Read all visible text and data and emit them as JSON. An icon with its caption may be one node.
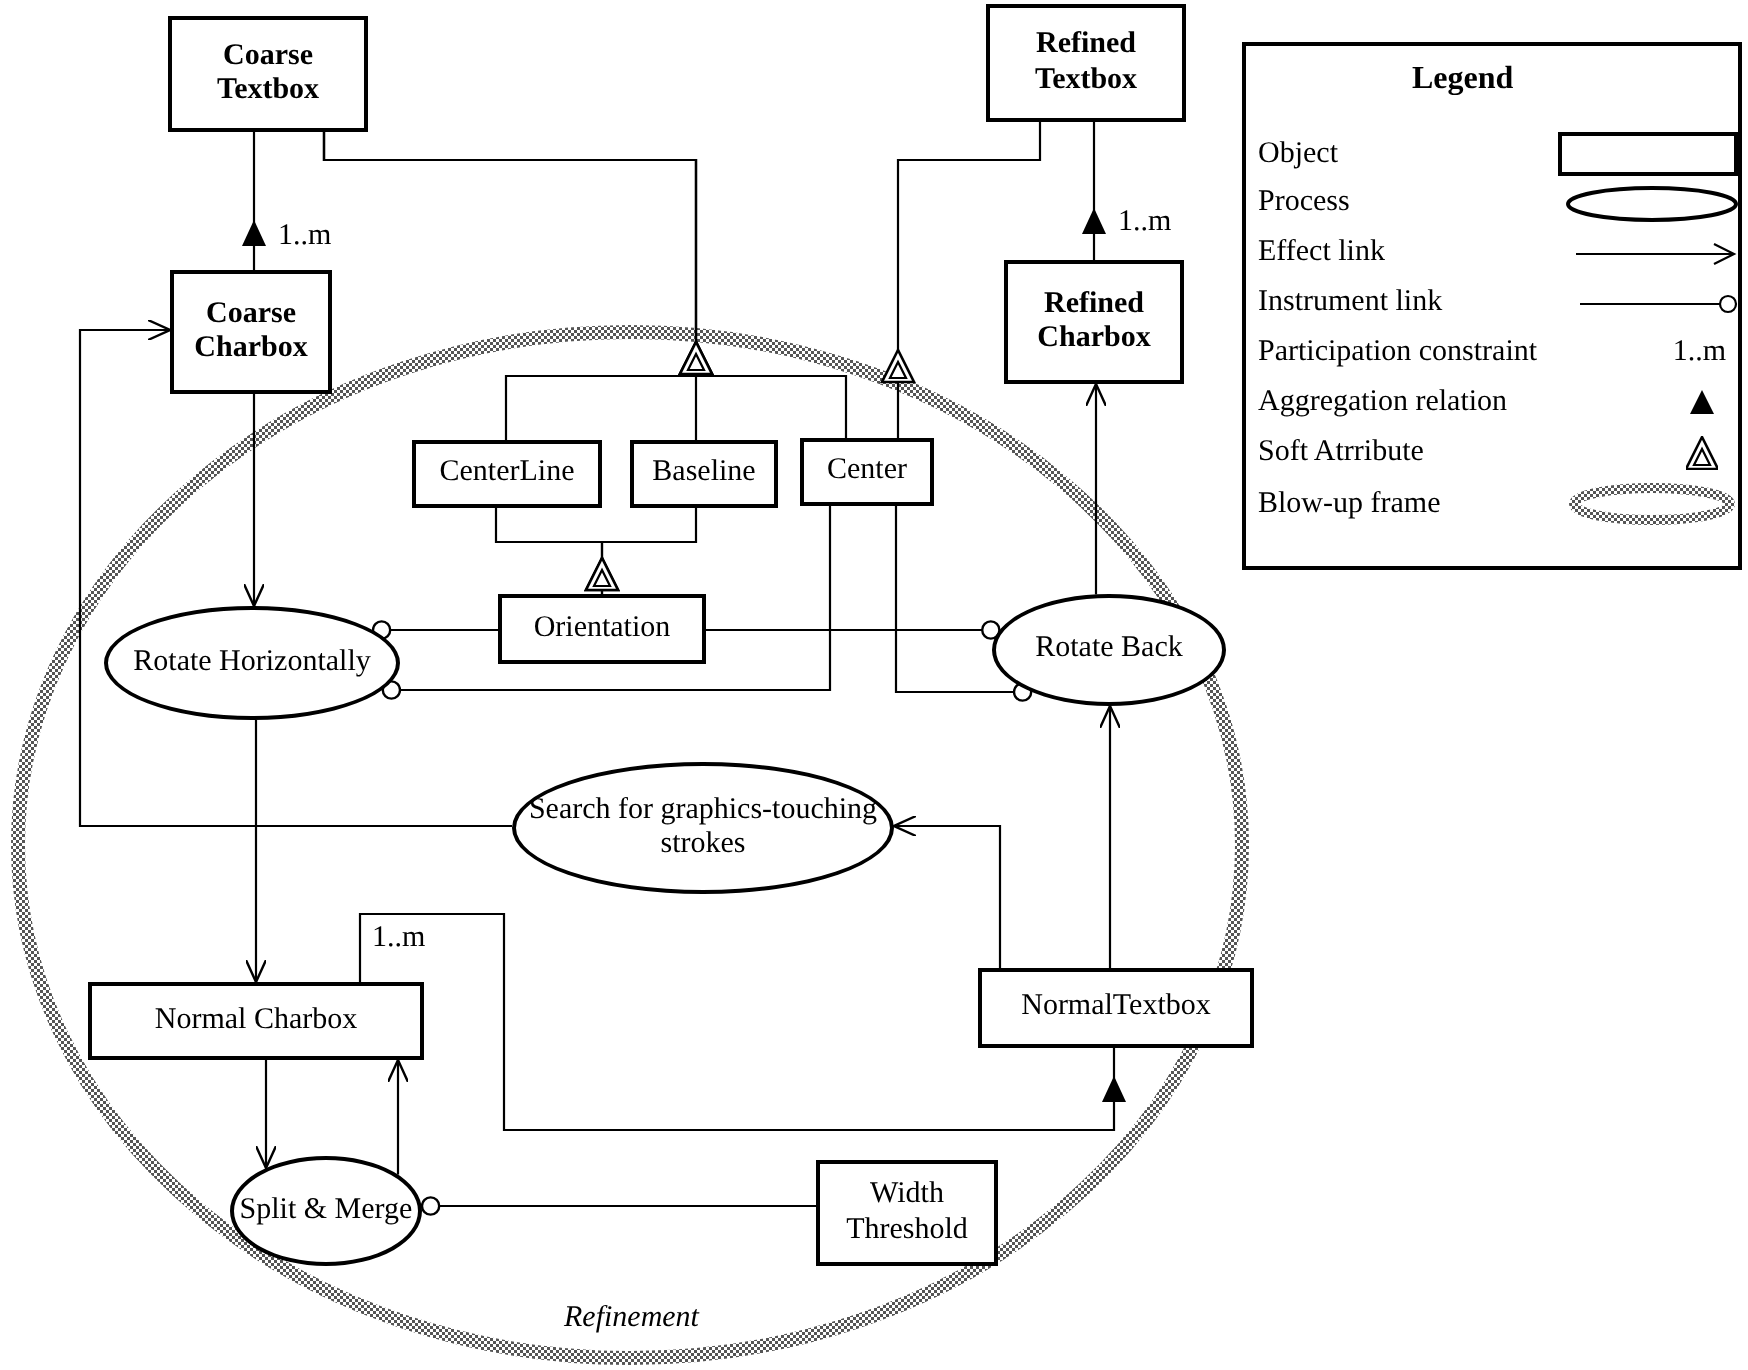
{
  "diagram": {
    "nodes": [
      {
        "text": [
          "Coarse Textbox"
        ]
      },
      {
        "text": [
          "Refined Textbox"
        ]
      },
      {
        "text": [
          "Coarse Charbox"
        ]
      },
      {
        "text": [
          "Refined Charbox"
        ]
      },
      {
        "text": [
          "Refinement"
        ]
      },
      {
        "text": [
          "CenterLine"
        ],
        "in": 4
      },
      {
        "text": [
          "Baseline"
        ],
        "in": 4
      },
      {
        "text": [
          "Center"
        ],
        "in": 4
      },
      {
        "text": [
          "Orientation"
        ],
        "in": 4
      },
      {
        "text": [
          "Rotate Horizontally"
        ],
        "in": 4
      },
      {
        "text": [
          "Rotate Back"
        ],
        "in": 4
      },
      {
        "text": [
          "Search for graphics-touching strokes"
        ],
        "in": 4
      },
      {
        "text": [
          "Normal Charbox"
        ],
        "in": 4
      },
      {
        "text": [
          "NormalTextbox"
        ],
        "in": 4
      },
      {
        "text": [
          "Split & Merge"
        ],
        "in": 4
      },
      {
        "text": [
          "Width Threshold"
        ],
        "in": 4
      }
    ],
    "edges": [
      {
        "from": 2,
        "to": 0,
        "arrow": "to",
        "label": "1..m"
      },
      {
        "from": 3,
        "to": 1,
        "arrow": "to",
        "label": "1..m"
      },
      {
        "from": 5,
        "to": 0,
        "arrow": "to"
      },
      {
        "from": 6,
        "to": 0,
        "arrow": "to"
      },
      {
        "from": 7,
        "to": 0,
        "arrow": "to"
      },
      {
        "from": 7,
        "to": 1,
        "arrow": "to"
      },
      {
        "from": 8,
        "to": 5,
        "arrow": "to"
      },
      {
        "from": 8,
        "to": 6,
        "arrow": "to"
      },
      {
        "from": 8,
        "to": 9,
        "arrow": "other"
      },
      {
        "from": 8,
        "to": 10,
        "arrow": "other"
      },
      {
        "from": 7,
        "to": 9,
        "arrow": "other"
      },
      {
        "from": 7,
        "to": 10,
        "arrow": "other"
      },
      {
        "from": 2,
        "to": 9,
        "arrow": "to"
      },
      {
        "from": 9,
        "to": 12,
        "arrow": "to"
      },
      {
        "from": 11,
        "to": 2,
        "arrow": "to"
      },
      {
        "from": 13,
        "to": 11,
        "arrow": "to"
      },
      {
        "from": 13,
        "to": 10,
        "arrow": "to"
      },
      {
        "from": 10,
        "to": 3,
        "arrow": "to"
      },
      {
        "from": 12,
        "to": 13,
        "arrow": "to",
        "label": "1..m"
      },
      {
        "from": 12,
        "to": 14,
        "arrow": "to"
      },
      {
        "from": 14,
        "to": 12,
        "arrow": "to"
      },
      {
        "from": 15,
        "to": 14,
        "arrow": "other"
      }
    ],
    "labels": [
      "Legend",
      "1..m"
    ],
    "legend": [
      {
        "text": "Object"
      },
      {
        "text": "Process"
      },
      {
        "text": "Effect link"
      },
      {
        "text": "Instrument link"
      },
      {
        "text": "Participation constraint"
      },
      {
        "text": "Aggregation relation"
      },
      {
        "text": "Soft Atrribute"
      },
      {
        "text": "Blow-up frame"
      }
    ]
  }
}
